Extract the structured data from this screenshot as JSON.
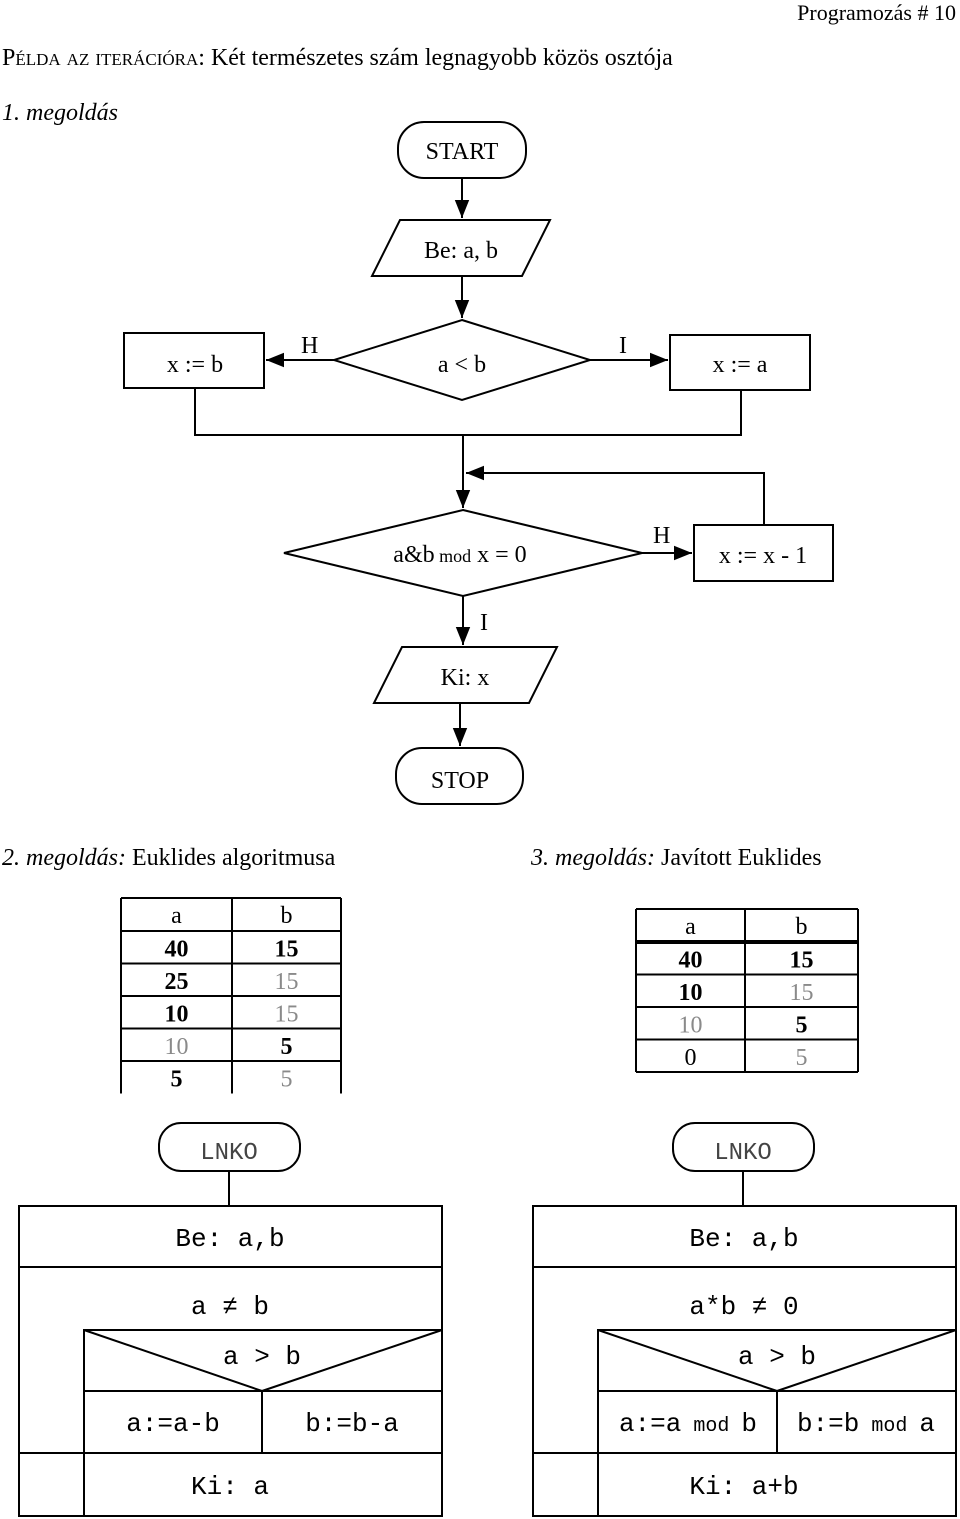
{
  "header": {
    "right": "Programozás # 10"
  },
  "title": {
    "prefix": "Példa az iterációra:",
    "rest": " Két természetes szám legnagyobb közös osztója"
  },
  "sol1": {
    "label": "1. megoldás",
    "start": "START",
    "input": "Be: a, b",
    "cond1": "a < b",
    "left_assign": "x := b",
    "right_assign": "x := a",
    "cond1_false": "H",
    "cond1_true": "I",
    "cond2_main": "a&b",
    "cond2_mod": "mod",
    "cond2_rest": "x = 0",
    "cond2_false": "H",
    "cond2_true": "I",
    "decrement": "x := x - 1",
    "output": "Ki: x",
    "stop": "STOP"
  },
  "sol2": {
    "label_it": "2. megoldás:",
    "label_rest": " Euklides algoritmusa",
    "table": {
      "headers": [
        "a",
        "b"
      ],
      "rows": [
        [
          {
            "v": "40",
            "s": "bold"
          },
          {
            "v": "15",
            "s": "bold"
          }
        ],
        [
          {
            "v": "25",
            "s": "bold"
          },
          {
            "v": "15",
            "s": "gray"
          }
        ],
        [
          {
            "v": "10",
            "s": "bold"
          },
          {
            "v": "15",
            "s": "gray"
          }
        ],
        [
          {
            "v": "10",
            "s": "gray"
          },
          {
            "v": "5",
            "s": "bold"
          }
        ],
        [
          {
            "v": "5",
            "s": "bold"
          },
          {
            "v": "5",
            "s": "gray"
          }
        ]
      ]
    },
    "nsd": {
      "proc": "LNKO",
      "input": "Be: a,b",
      "loop": "a ≠ b",
      "cond": "a > b",
      "then": "a:=a-b",
      "else": "b:=b-a",
      "output": "Ki: a"
    }
  },
  "sol3": {
    "label_it": "3. megoldás:",
    "label_rest": " Javított Euklides",
    "table": {
      "headers": [
        "a",
        "b"
      ],
      "rows": [
        [
          {
            "v": "40",
            "s": "bold"
          },
          {
            "v": "15",
            "s": "bold"
          }
        ],
        [
          {
            "v": "10",
            "s": "bold"
          },
          {
            "v": "15",
            "s": "gray"
          }
        ],
        [
          {
            "v": "10",
            "s": "gray"
          },
          {
            "v": "5",
            "s": "bold"
          }
        ],
        [
          {
            "v": "0",
            "s": "normal"
          },
          {
            "v": "5",
            "s": "gray"
          }
        ]
      ]
    },
    "nsd": {
      "proc": "LNKO",
      "input": "Be: a,b",
      "loop": "a*b ≠ 0",
      "cond": "a > b",
      "then_a": "a:=a",
      "then_mod": "mod",
      "then_b": "b",
      "else_a": "b:=b",
      "else_mod": "mod",
      "else_b": "a",
      "output": "Ki: a+b"
    }
  }
}
